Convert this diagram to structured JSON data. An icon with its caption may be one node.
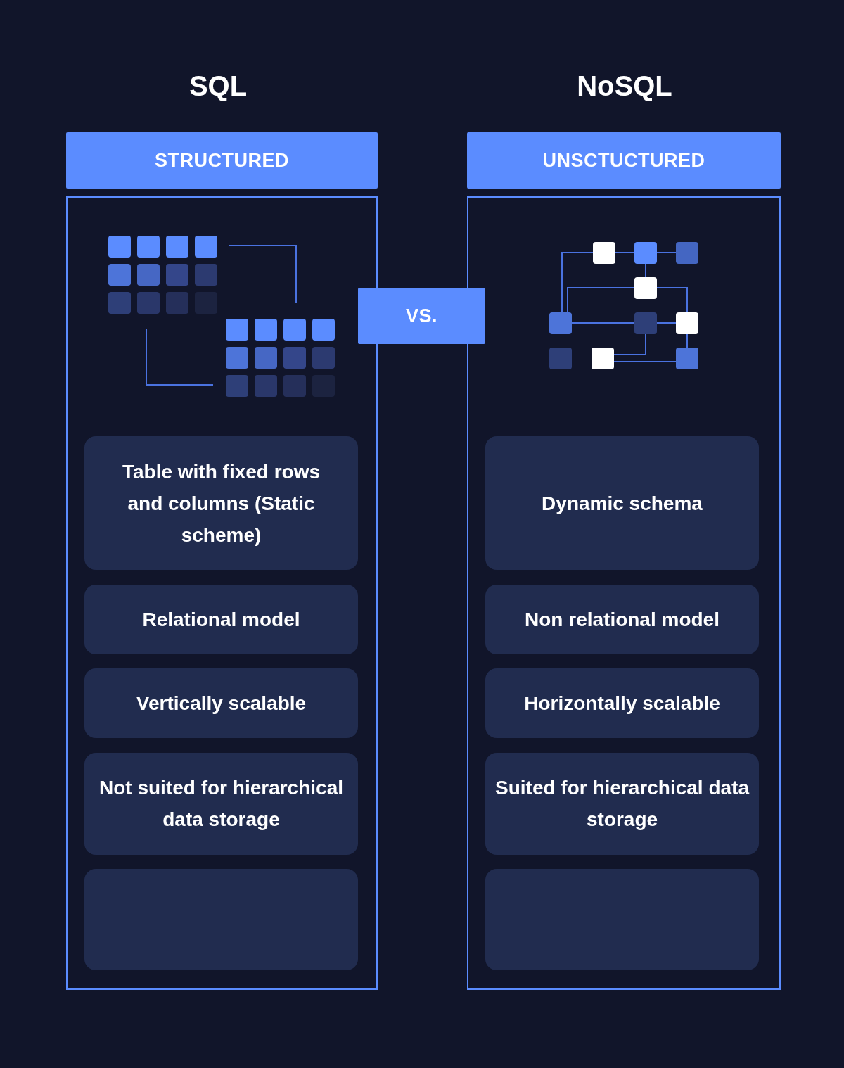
{
  "diagram": {
    "nodes": [
      {
        "text": [
          "STRUCTURED"
        ]
      },
      {
        "text": [],
        "shape": "box"
      },
      {
        "text": [
          "Table with fixed rows and columns (Static scheme)"
        ],
        "in": 1
      },
      {
        "text": [
          "Relational model"
        ],
        "in": 1
      },
      {
        "text": [
          "Vertically scalable"
        ],
        "in": 1
      },
      {
        "text": [
          "Not suited for hierarchical data storage"
        ],
        "in": 1
      },
      {
        "text": [],
        "shape": "box",
        "in": 1
      },
      {
        "text": [
          "VS."
        ]
      },
      {
        "text": [
          "UNSCTUCTURED"
        ]
      },
      {
        "text": [],
        "shape": "box"
      },
      {
        "text": [
          "Dynamic schema"
        ],
        "in": 9
      },
      {
        "text": [
          "Non relational model"
        ],
        "in": 9
      },
      {
        "text": [
          "Horizontally scalable"
        ],
        "in": 9
      },
      {
        "text": [
          "Suited for hierarchical data storage"
        ],
        "in": 9
      },
      {
        "text": [],
        "shape": "box",
        "in": 9
      }
    ],
    "edges": [],
    "labels": [
      "SQL",
      "NoSQL"
    ]
  }
}
